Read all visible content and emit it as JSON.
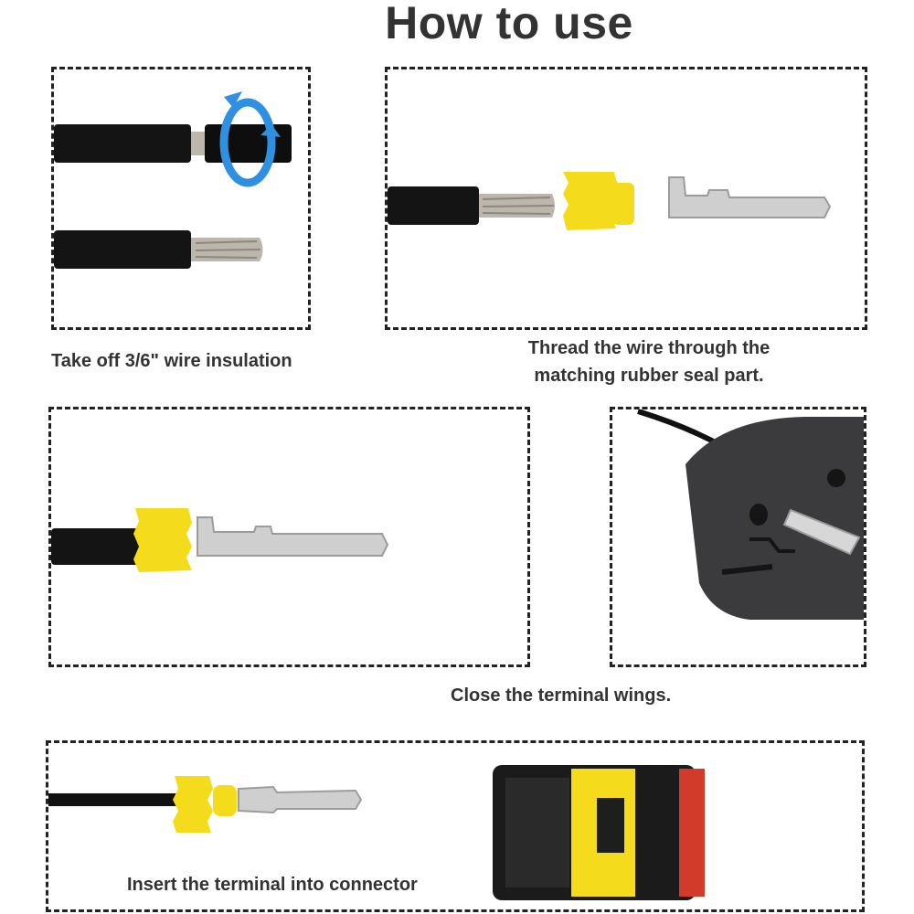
{
  "title": "How to use",
  "steps": [
    {
      "caption": "Take off 3/6\" wire insulation"
    },
    {
      "caption_line1": "Thread the wire through the",
      "caption_line2": "matching rubber seal part."
    },
    {
      "caption": "Close the terminal wings."
    },
    {
      "caption": "Insert the terminal into connector"
    }
  ],
  "colors": {
    "wire": "#111111",
    "copper": "#b9b2a8",
    "seal": "#f4dc1c",
    "terminal": "#c9c9c9",
    "tool": "#3a3a3c",
    "connector_accent": "#d23b2a"
  },
  "icons": [
    "rotate-arrow-icon"
  ]
}
